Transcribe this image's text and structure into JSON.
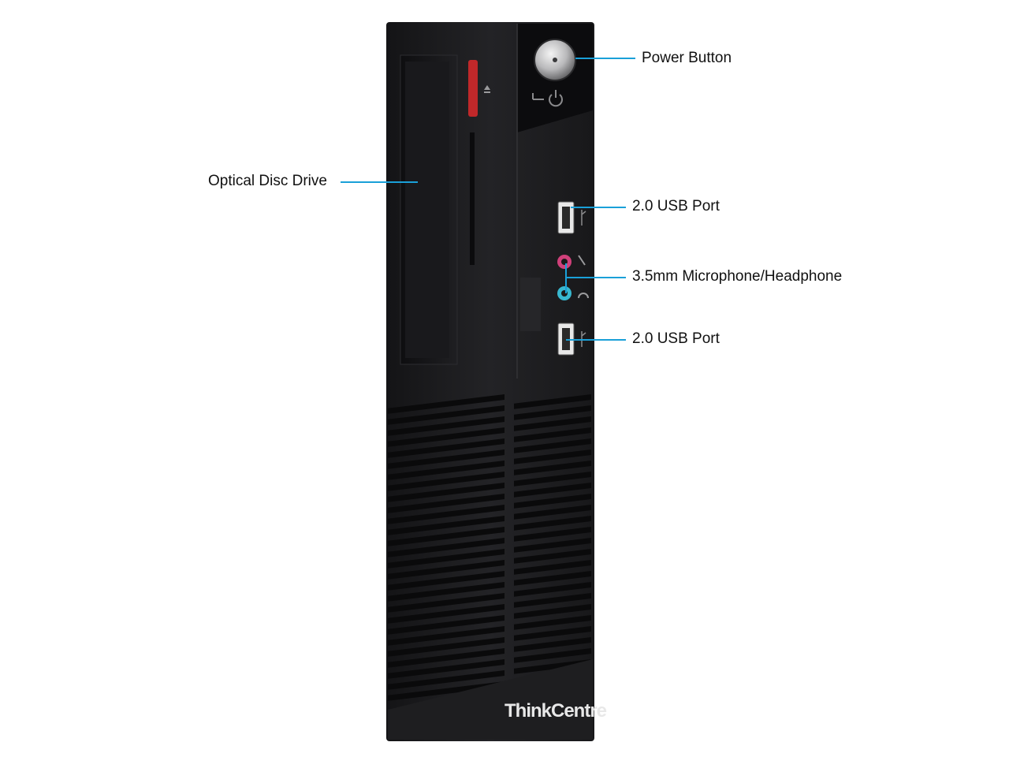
{
  "annotations": {
    "power_button": "Power Button",
    "optical_drive": "Optical Disc Drive",
    "usb_top": "2.0 USB Port",
    "audio_jacks": "3.5mm Microphone/Headphone",
    "usb_bottom": "2.0 USB Port"
  },
  "device": {
    "brand_logo": "ThinkCentre"
  },
  "colors": {
    "leader_line": "#1aa0d8",
    "chassis": "#1c1c1e",
    "eject_button_accent": "#c0282a",
    "mic_jack": "#d0407a",
    "headphone_jack": "#38b8d0",
    "logo_accent": "#d21f26"
  },
  "icons": {
    "power": "power-symbol-icon",
    "eject": "eject-icon",
    "usb": "usb-icon",
    "microphone": "microphone-icon",
    "headphone": "headphone-icon"
  }
}
